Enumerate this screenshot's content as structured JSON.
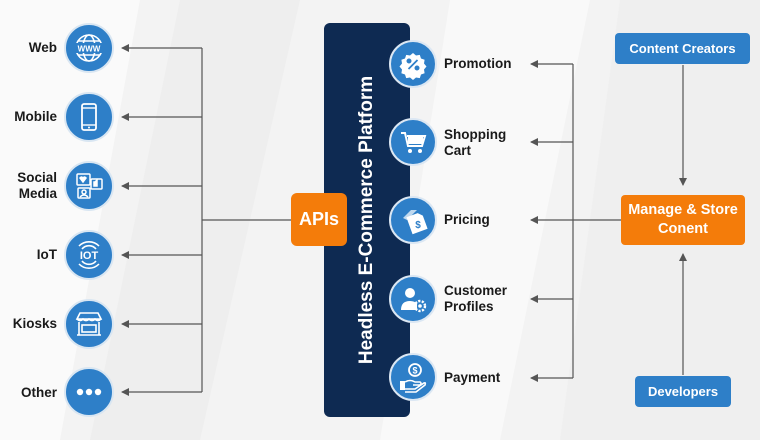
{
  "platform": {
    "title": "Headless E-Commerce Platform"
  },
  "apis": {
    "label": "APIs"
  },
  "channels": [
    {
      "label": "Web",
      "icon": "globe-icon"
    },
    {
      "label": "Mobile",
      "icon": "smartphone-icon"
    },
    {
      "label": "Social Media",
      "icon": "social-media-icon"
    },
    {
      "label": "IoT",
      "icon": "iot-icon"
    },
    {
      "label": "Kiosks",
      "icon": "kiosk-icon"
    },
    {
      "label": "Other",
      "icon": "more-icon"
    }
  ],
  "features": [
    {
      "label": "Promotion",
      "icon": "percent-icon"
    },
    {
      "label": "Shopping Cart",
      "icon": "cart-icon"
    },
    {
      "label": "Pricing",
      "icon": "price-tag-icon"
    },
    {
      "label": "Customer Profiles",
      "icon": "user-gear-icon"
    },
    {
      "label": "Payment",
      "icon": "payment-hand-icon"
    }
  ],
  "content_creators": {
    "label": "Content Creators"
  },
  "manage_store": {
    "label": "Manage & Store Conent"
  },
  "developers": {
    "label": "Developers"
  },
  "colors": {
    "blue": "#2e7fc8",
    "navy": "#0e2a52",
    "orange": "#f47c0a",
    "line": "#555555"
  }
}
